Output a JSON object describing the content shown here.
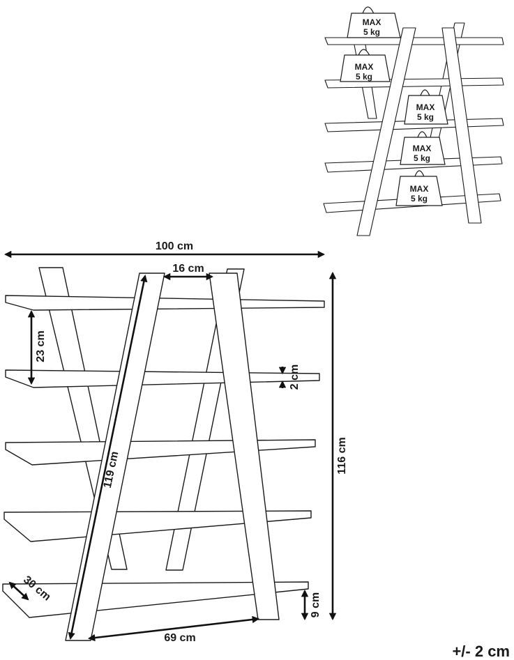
{
  "dimensions": {
    "width": "100 cm",
    "top_gap": "16 cm",
    "shelf_spacing": "23 cm",
    "shelf_thickness": "2 cm",
    "leg_length": "119 cm",
    "height": "116 cm",
    "depth": "30 cm",
    "bottom_clearance": "9 cm",
    "base_width": "69 cm"
  },
  "weights": [
    {
      "line1": "MAX",
      "line2": "5 kg"
    },
    {
      "line1": "MAX",
      "line2": "5 kg"
    },
    {
      "line1": "MAX",
      "line2": "5 kg"
    },
    {
      "line1": "MAX",
      "line2": "5 kg"
    },
    {
      "line1": "MAX",
      "line2": "5 kg"
    }
  ],
  "tolerance": "+/- 2 cm"
}
